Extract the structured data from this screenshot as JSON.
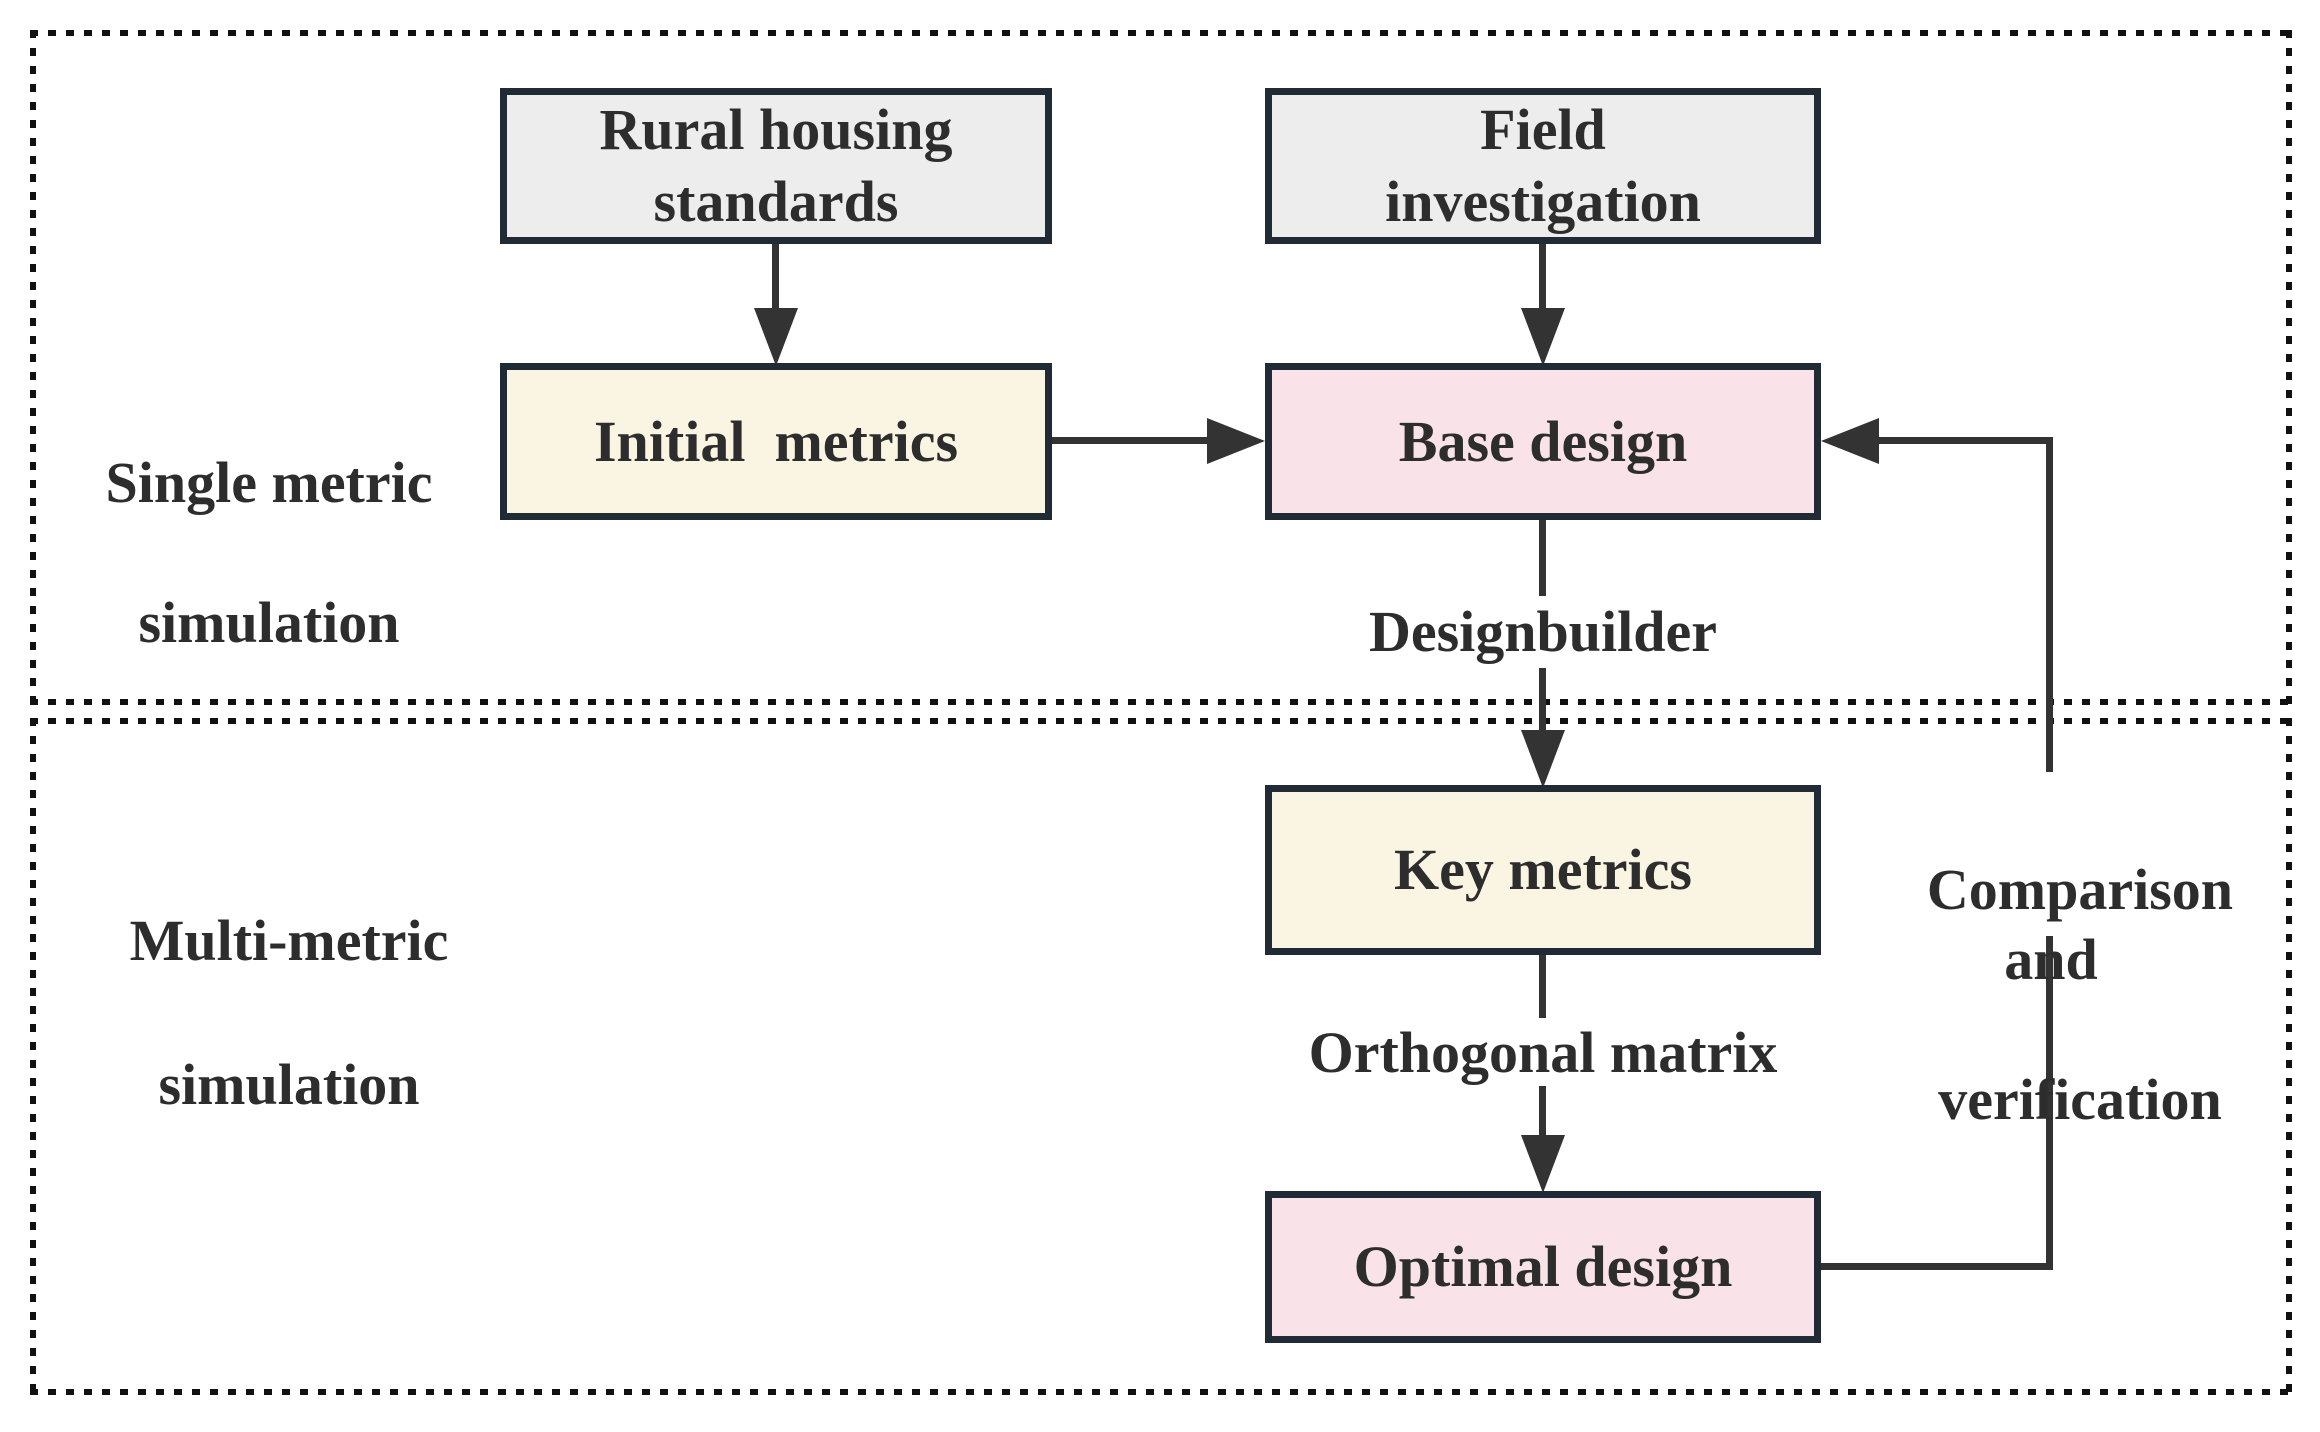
{
  "diagram": {
    "regions": {
      "single": {
        "line1": "Single metric",
        "line2": "simulation"
      },
      "multi": {
        "line1": "Multi-metric",
        "line2": "simulation"
      }
    },
    "boxes": {
      "rural": {
        "line1": "Rural housing",
        "line2": "standards"
      },
      "field": {
        "line1": "Field",
        "line2": "investigation"
      },
      "initial": {
        "label": "Initial  metrics"
      },
      "base": {
        "label": "Base design"
      },
      "key": {
        "label": "Key metrics"
      },
      "optimal": {
        "label": "Optimal design"
      }
    },
    "flow_labels": {
      "designbuilder": "Designbuilder",
      "orthogonal": "Orthogonal matrix",
      "comparison": {
        "line1": "Comparison and",
        "line2": "verification"
      }
    }
  },
  "colors": {
    "box_border": "#212b35",
    "gray_fill": "#ededee",
    "cream_fill": "#faf4e2",
    "pink_fill": "#f9e3e8",
    "line": "#333333",
    "text": "#2d2d2d",
    "dot": "#111111"
  }
}
